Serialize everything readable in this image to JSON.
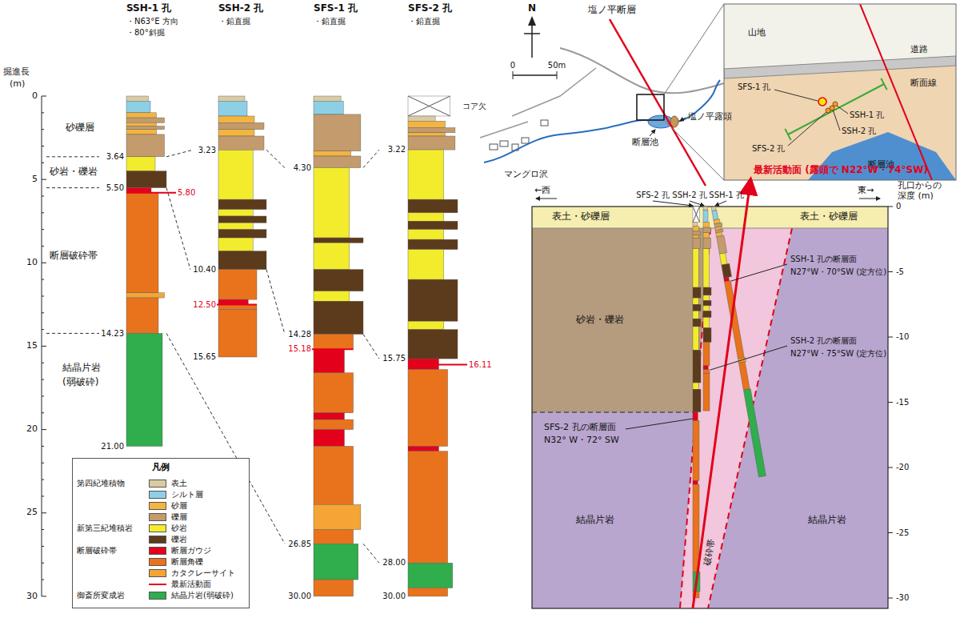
{
  "diagram": {
    "nodes": [
      {
        "text": [
          "凡例"
        ]
      }
    ],
    "labels": [
      "掘進長",
      "(m)",
      "0",
      "5",
      "10",
      "15",
      "20",
      "25",
      "30",
      "SSH-1 孔",
      "・N63°E 方向",
      "・80°斜掘",
      "SSH-2 孔",
      "・鉛直掘",
      "SFS-1 孔",
      "・鉛直掘",
      "SFS-2 孔",
      "・鉛直掘",
      "コア欠",
      "砂礫層",
      "砂岩・礫岩",
      "断層破砕帯",
      "結晶片岩",
      "(弱破砕)",
      "3.64",
      "5.50",
      "5.80",
      "14.23",
      "21.00",
      "3.23",
      "10.40",
      "12.50",
      "15.65",
      "4.30",
      "14.28",
      "15.18",
      "26.85",
      "30.00",
      "3.22",
      "15.75",
      "16.11",
      "28.00",
      "30.00",
      "第四紀堆積物",
      "新第三紀堆積岩",
      "断層破砕帯",
      "御斎所変成岩",
      "N",
      "0",
      "50m",
      "塩ノ平断層",
      "マングロ沢",
      "断層池",
      "塩ノ平露頭",
      "山地",
      "道路",
      "断面線",
      "SFS-1 孔",
      "SFS-2 孔",
      "SSH-1 孔",
      "SSH-2 孔",
      "断層池",
      "最新活動面 (露頭で N22°W・74°SW)",
      "←西",
      "東→",
      "孔口からの深度 (m)",
      "SFS-2 孔",
      "SSH-2 孔",
      "SSH-1 孔",
      "表土・砂礫層",
      "表土・砂礫層",
      "砂岩・礫岩",
      "結晶片岩",
      "結晶片岩",
      "破砕帯",
      "SSH-1 孔の断層面",
      "N27°W・70°SW (定方位)",
      "SSH-2 孔の断層面",
      "N27°W・75°SW (定方位)",
      "SFS-2 孔の断層面",
      "N32° W・72° SW",
      "0",
      "-5",
      "-10",
      "-15",
      "-20",
      "-25",
      "-30"
    ],
    "legend": [
      {
        "text": "表土",
        "color": "#d9cba4"
      },
      {
        "text": "シルト層",
        "color": "#8dd0e6"
      },
      {
        "text": "砂層",
        "color": "#f3b440"
      },
      {
        "text": "礫層",
        "color": "#c39b6d"
      },
      {
        "text": "砂岩",
        "color": "#f3ec2c"
      },
      {
        "text": "礫岩",
        "color": "#5c3b1c"
      },
      {
        "text": "断層ガウジ",
        "color": "#e3001b"
      },
      {
        "text": "断層角礫",
        "color": "#e8731c"
      },
      {
        "text": "カタクレーサイト",
        "color": "#f4a536"
      },
      {
        "text": "最新活動面"
      },
      {
        "text": "結晶片岩(弱破砕)",
        "color": "#30ad4c"
      }
    ]
  }
}
